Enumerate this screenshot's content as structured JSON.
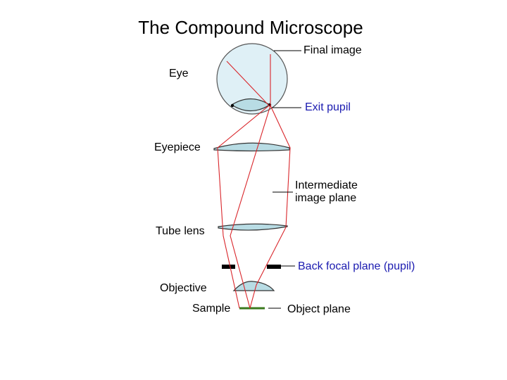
{
  "title": "The Compound Microscope",
  "labels": {
    "final_image": "Final image",
    "eye": "Eye",
    "exit_pupil": "Exit pupil",
    "eyepiece": "Eyepiece",
    "intermediate_line1": "Intermediate",
    "intermediate_line2": "image plane",
    "tube_lens": "Tube lens",
    "back_focal_plane": "Back focal plane (pupil)",
    "objective": "Objective",
    "sample": "Sample",
    "object_plane": "Object plane"
  },
  "colors": {
    "eye_fill": "#dff0f6",
    "lens_fill": "#b8dce4",
    "ray": "#d9262b",
    "sample": "#3a7a1e",
    "highlight_text": "#1b1bb0"
  }
}
